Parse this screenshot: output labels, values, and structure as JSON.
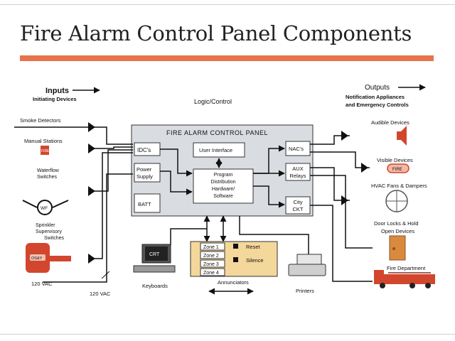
{
  "slide": {
    "title": "Fire Alarm Control Panel Components"
  },
  "sections": {
    "inputs_title": "Inputs",
    "inputs_sub": "Initiating Devices",
    "logic": "Logic/Control",
    "outputs_title": "Outputs",
    "outputs_sub1": "Notification Appliances",
    "outputs_sub2": "and Emergency Controls"
  },
  "panel": {
    "title": "FIRE ALARM CONTROL PANEL",
    "idc": "IDC's",
    "power1": "Power",
    "power2": "Supply",
    "batt": "BATT",
    "ui": "User Interface",
    "prog1": "Program",
    "prog2": "Distribution",
    "prog3": "Hardware/",
    "prog4": "Software",
    "nac": "NAC's",
    "aux1": "AUX",
    "aux2": "Relays",
    "city1": "City",
    "city2": "CKT"
  },
  "inputs": {
    "smoke": "Smoke Detectors",
    "manual": "Manual Stations",
    "fire_tag": "FIRE",
    "waterflow1": "Waterflow",
    "waterflow2": "Switches",
    "wf_tag": "WF",
    "sprinkler1": "Sprinkler",
    "sprinkler2": "Supervisory",
    "sprinkler3": "Switches",
    "valve_tag": "OS&Y",
    "vac_left": "120 VAC",
    "vac_mid": "120 VAC"
  },
  "bottom": {
    "crt": "CRT",
    "keyboards": "Keyboards",
    "zones": [
      "Zone 1",
      "Zone 2",
      "Zone 3",
      "Zone 4"
    ],
    "reset": "Reset",
    "silence": "Silence",
    "annunciators": "Annunciators",
    "printers": "Printers"
  },
  "outputs": {
    "audible": "Audible Devices",
    "visible": "Visible Devices",
    "visible_tag": "FIRE",
    "hvac": "HVAC Fans & Dampers",
    "door1": "Door Locks & Hold",
    "door2": "Open Devices",
    "fire_dept": "Fire Department"
  },
  "colors": {
    "accent": "#e8734a",
    "panel_fill": "#d9dde2",
    "annunciator_fill": "#f4d79a",
    "device_red": "#d2462e",
    "door_orange": "#d98a3e"
  }
}
